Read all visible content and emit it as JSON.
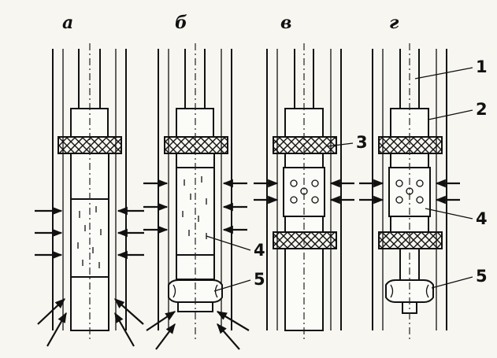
{
  "panels": [
    {
      "label": "а"
    },
    {
      "label": "б"
    },
    {
      "label": "в"
    },
    {
      "label": "г"
    }
  ],
  "callouts": [
    "1",
    "2",
    "3",
    "4",
    "5",
    "4",
    "5"
  ],
  "colors": {
    "ink": "#111111",
    "paper": "#f7f6f1"
  }
}
